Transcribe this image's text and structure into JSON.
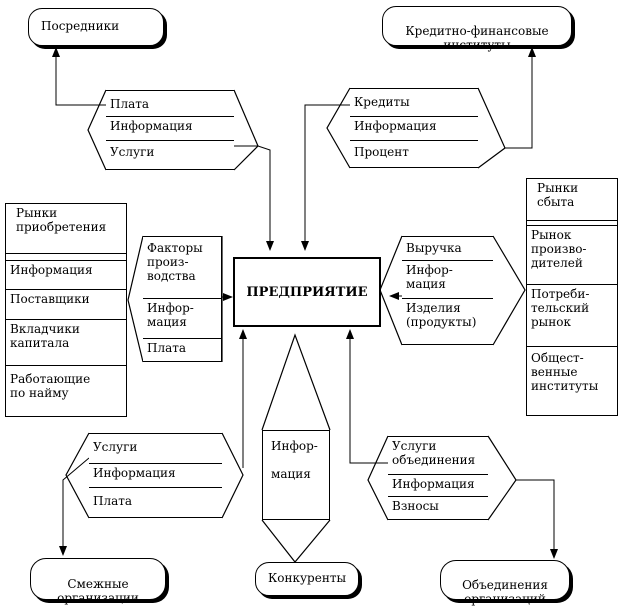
{
  "nodes": {
    "posredniki": "Посредники",
    "kfi": "Кредитно-финансовые\nинституты",
    "predpriyatie": "ПРЕДПРИЯТИЕ",
    "konkurenty": "Конкуренты",
    "smezhnye": "Смежные\nорганизации",
    "obedineniya": "Объединения\nорганизаций"
  },
  "flows": {
    "posredniki_flow": [
      "Плата",
      "Информация",
      "Услуги"
    ],
    "kfi_flow": [
      "Кредиты",
      "Информация",
      "Процент"
    ],
    "factors_flow": [
      "Факторы\nпроиз-\nводства",
      "Инфор-\nмация",
      "Плата"
    ],
    "sbyt_flow": [
      "Выручка",
      "Инфор-\nмация",
      "Изделия\n(продукты)"
    ],
    "smezhnye_flow": [
      "Услуги",
      "Информация",
      "Плата"
    ],
    "konkurenty_flow": [
      "Инфор-\n\nмация"
    ],
    "obedineniya_flow": [
      "Услуги\nобъединения",
      "Информация",
      "Взносы"
    ]
  },
  "markets": {
    "priobreteniya_title": "Рынки\nприобретения",
    "priobreteniya_items": [
      "Информация",
      "Поставщики",
      "Вкладчики\nкапитала",
      "Работающие\nпо  найму"
    ],
    "sbyta_title": "Рынки\nсбыта",
    "sbyta_items": [
      "Рынок\nпроизво-\nдителей",
      "Потреби-\nтельский\nрынок",
      "Общест-\nвенные\nинституты"
    ]
  }
}
